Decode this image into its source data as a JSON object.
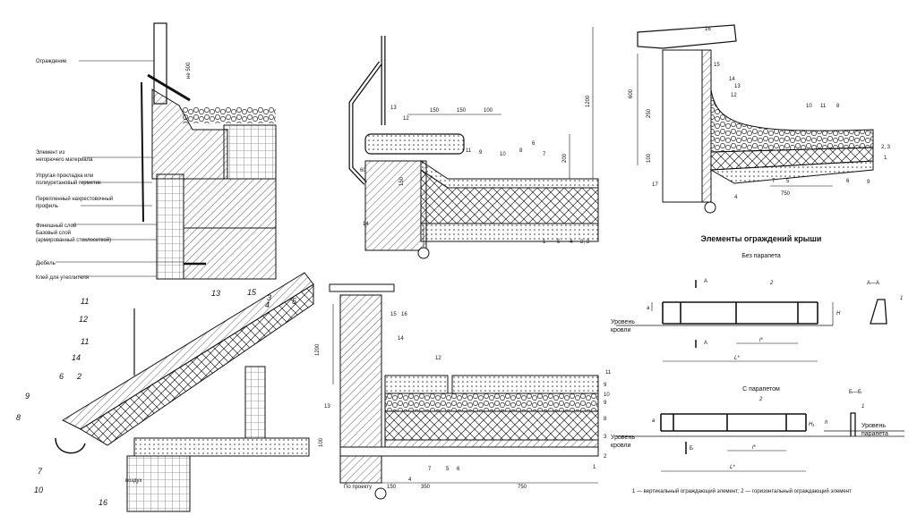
{
  "panel1": {
    "labels": {
      "guard": "Ограждение",
      "dim": "не 500",
      "element": "Элемент из\nнегорючего материала",
      "gasket": "Упругая прокладка или\nполиуретановый герметик",
      "profile": "Перепленный нахрестовочный\nпрофиль",
      "finish": "Финишный слой",
      "base": "Базовый слой\n(армированный стеклосеткой)",
      "dowel": "Дюбель",
      "glue": "Клей для утеплителя"
    }
  },
  "panel2": {
    "dims": [
      "150",
      "150",
      "100",
      "1200",
      "200",
      "150",
      "60"
    ],
    "callouts": [
      "13",
      "12",
      "11",
      "9",
      "10",
      "8",
      "6",
      "7",
      "14",
      "1",
      "5",
      "4",
      "2, 3"
    ]
  },
  "panel3": {
    "dims": [
      "600",
      "250",
      "100",
      "750"
    ],
    "callouts": [
      "16",
      "15",
      "14",
      "13",
      "12",
      "10",
      "11",
      "8",
      "2, 3",
      "1",
      "17",
      "7",
      "5",
      "6",
      "9",
      "4"
    ]
  },
  "panel4": {
    "callouts": [
      "11",
      "13",
      "15",
      "3",
      "4",
      "5",
      "12",
      "11",
      "14",
      "6",
      "2",
      "9",
      "8",
      "7",
      "10",
      "16"
    ],
    "air": "воздух"
  },
  "panel5": {
    "dims": [
      "1200",
      "100",
      "По проекту",
      "150",
      "350",
      "750"
    ],
    "callouts": [
      "15",
      "16",
      "14",
      "12",
      "11",
      "9",
      "10",
      "9",
      "8",
      "3",
      "2",
      "1",
      "13",
      "4",
      "7",
      "5",
      "6"
    ]
  },
  "panel6": {
    "title": "Элементы ограждений крыши",
    "sub1": "Без парапета",
    "sub2": "С парапетом",
    "sectionA": "А—А",
    "sectionB": "Б—Б",
    "markA": "А",
    "markB": "Б",
    "roofLevel": "Уровень\nкровли",
    "parapetLevel": "Уровень\nпарапета",
    "dimH": "H",
    "dimH1": "H₁",
    "dimh": "h",
    "dima": "a",
    "dimL": "L*",
    "diml": "l*",
    "n1": "1",
    "n2": "2",
    "caption": "1 — вертикальный ограждающий элемент; 2 — горизонтальный ограждающий элемент"
  },
  "colors": {
    "line": "#111111",
    "hatch": "#333333",
    "bg": "#ffffff"
  }
}
